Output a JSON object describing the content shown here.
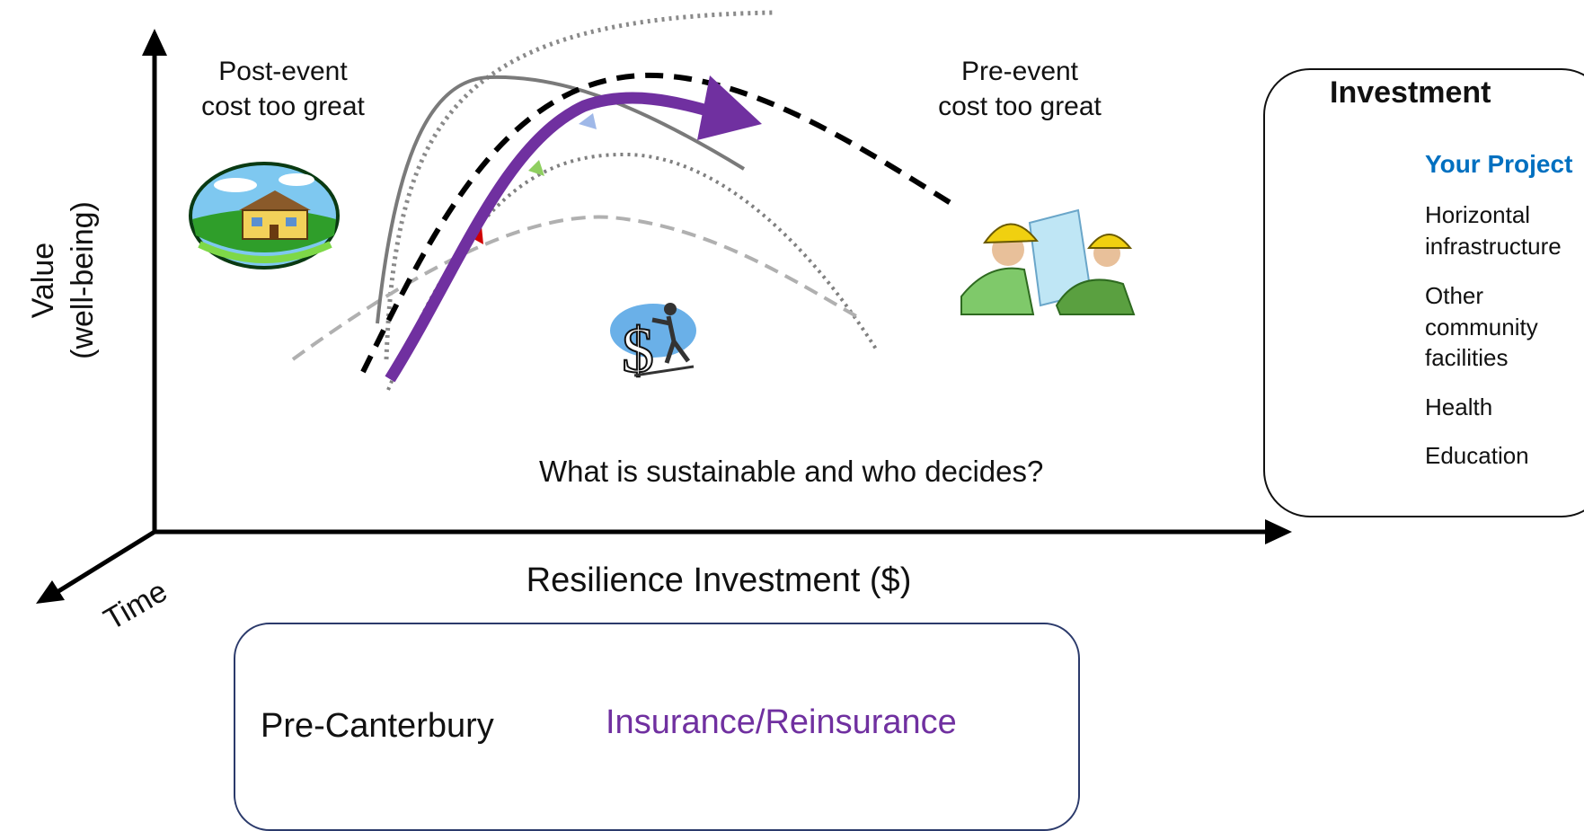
{
  "diagram": {
    "y_axis_label": [
      "Value",
      "(well-being)"
    ],
    "x_axis_label": "Resilience Investment ($)",
    "z_axis_label": "Time",
    "left_annotation": [
      "Post-event",
      "cost too great"
    ],
    "right_annotation": [
      "Pre-event",
      "cost too great"
    ],
    "center_question": "What is sustainable and who decides?",
    "colors": {
      "axis": "#000000",
      "your_project": "#000000",
      "horizontal_infrastructure": "#7a7a7a",
      "other_community": "#8a8a8a",
      "health": "#b0b0b0",
      "education": "#808080",
      "trajectory_arrow": "#7030a0",
      "legend_highlight": "#0070c0"
    },
    "icons": [
      "house-landscape-icon",
      "dollar-sign-person-icon",
      "engineers-blueprint-icon"
    ]
  },
  "legend": {
    "title": "Investment",
    "items": [
      {
        "label": [
          "Your Project"
        ],
        "style": "solid-thick",
        "highlight": true
      },
      {
        "label": [
          "Horizontal",
          "infrastructure"
        ],
        "style": "solid"
      },
      {
        "label": [
          "Other",
          "community",
          "facilities"
        ],
        "style": "dotted"
      },
      {
        "label": [
          "Health"
        ],
        "style": "dashed"
      },
      {
        "label": [
          "Education"
        ],
        "style": "dotted"
      }
    ]
  },
  "bottom_panel": {
    "left_text": "Pre-Canterbury",
    "right_text": "Insurance/Reinsurance"
  }
}
